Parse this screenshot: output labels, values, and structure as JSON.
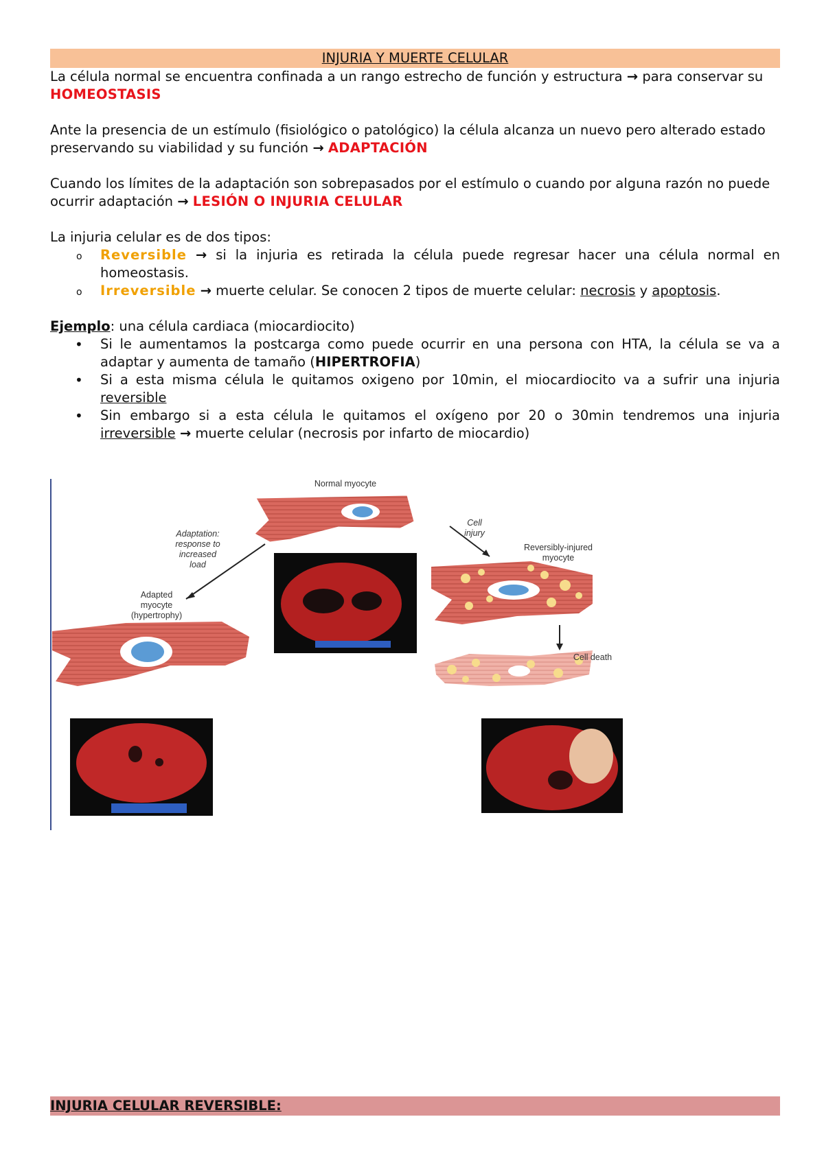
{
  "title": "INJURIA Y MUERTE CELULAR",
  "p1": {
    "text": "La célula normal se encuentra confinada a un rango estrecho de función y estructura ",
    "text2": " para conservar su ",
    "highlight": "HOMEOSTASIS"
  },
  "p2": {
    "text": "Ante la presencia de un estímulo (fisiológico o patológico) la célula alcanza un nuevo pero alterado estado preservando su viabilidad y su función ",
    "highlight": "ADAPTACIÓN"
  },
  "p3": {
    "text": "Cuando los límites de la adaptación son sobrepasados por el estímulo o cuando por alguna razón no puede ocurrir adaptación ",
    "highlight": "LESIÓN O INJURIA CELULAR"
  },
  "types": {
    "intro": "La injuria celular es de dos tipos:",
    "marker": "o",
    "reversible": {
      "label": "Reversible",
      "text": " si la injuria es retirada la célula puede regresar hacer una célula normal en homeostasis."
    },
    "irreversible": {
      "label": "Irreversible",
      "text1": " muerte celular. Se conocen 2 tipos de muerte celular: ",
      "necrosis": "necrosis",
      "y": " y ",
      "apoptosis": "apoptosis",
      "end": "."
    }
  },
  "example": {
    "label": "Ejemplo",
    "text": ": una célula cardiaca (miocardiocito)",
    "bullet": "•",
    "b1": {
      "text": "Si le aumentamos la postcarga como puede ocurrir en una persona con HTA, la célula se va a adaptar y aumenta de tamaño (",
      "bold": "HIPERTROFIA",
      "end": ")"
    },
    "b2": {
      "text": "Si a esta misma célula le quitamos oxigeno por 10min, el miocardiocito va a sufrir una injuria ",
      "u": "reversible"
    },
    "b3": {
      "text": "Sin embargo si a esta célula le quitamos el oxígeno por 20 o 30min tendremos una injuria ",
      "u": "irreversible",
      "text2": " muerte celular (necrosis por infarto de miocardio)"
    }
  },
  "arrow_glyph": "→",
  "figure": {
    "normal": "Normal myocyte",
    "adaptation": "Adaptation:\nresponse to\nincreased\nload",
    "injury": "Cell\ninjury",
    "reversibly": "Reversibly-injured\nmyocyte",
    "adapted": "Adapted\nmyocyte\n(hypertrophy)",
    "death": "Cell death"
  },
  "section2": "INJURIA CELULAR REVERSIBLE:"
}
